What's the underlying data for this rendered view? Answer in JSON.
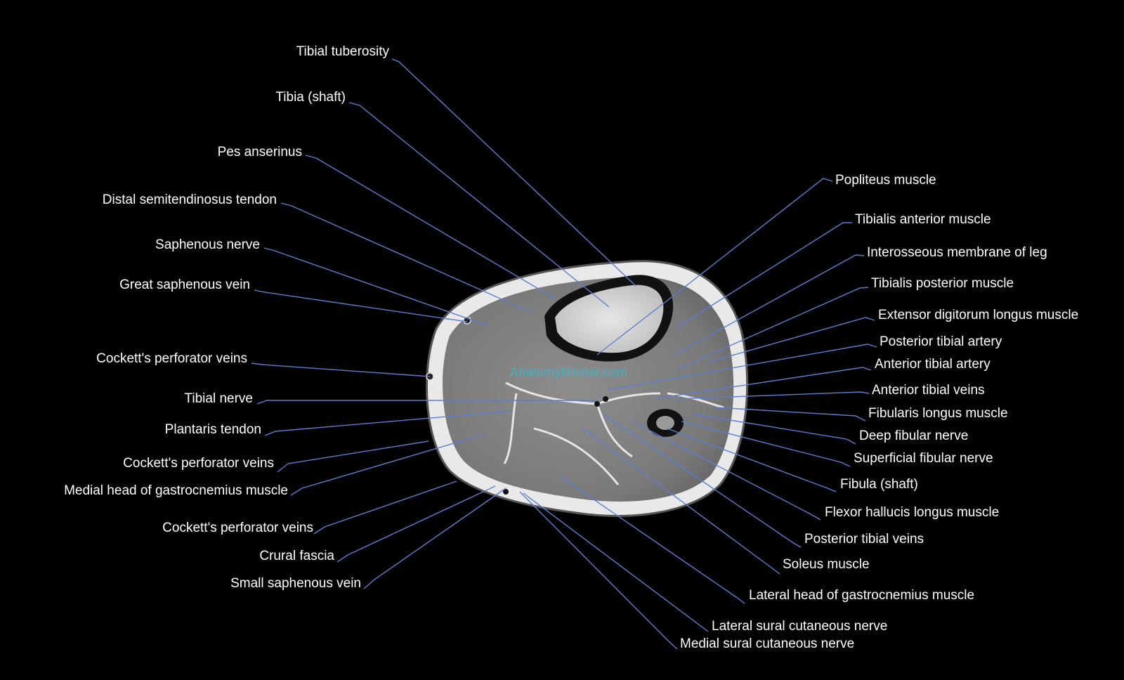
{
  "watermark": "AnatomyMaster.com",
  "colors": {
    "background": "#000000",
    "leader": "#5b7fd0",
    "label": "#ffffff",
    "watermark": "#3fb5c6"
  },
  "labels_left": [
    {
      "id": "tibial-tuberosity",
      "text": "Tibial tuberosity"
    },
    {
      "id": "tibia-shaft",
      "text": "Tibia (shaft)"
    },
    {
      "id": "pes-anserinus",
      "text": "Pes anserinus"
    },
    {
      "id": "distal-semitendinosus-tendon",
      "text": "Distal semitendinosus tendon"
    },
    {
      "id": "saphenous-nerve",
      "text": "Saphenous nerve"
    },
    {
      "id": "great-saphenous-vein",
      "text": "Great saphenous vein"
    },
    {
      "id": "cocketts-perforator-veins-1",
      "text": "Cockett's perforator veins"
    },
    {
      "id": "tibial-nerve",
      "text": "Tibial nerve"
    },
    {
      "id": "plantaris-tendon",
      "text": "Plantaris tendon"
    },
    {
      "id": "cocketts-perforator-veins-2",
      "text": "Cockett's perforator veins"
    },
    {
      "id": "medial-head-gastrocnemius",
      "text": "Medial head of gastrocnemius muscle"
    },
    {
      "id": "cocketts-perforator-veins-3",
      "text": "Cockett's perforator veins"
    },
    {
      "id": "crural-fascia",
      "text": "Crural fascia"
    },
    {
      "id": "small-saphenous-vein",
      "text": "Small saphenous vein"
    }
  ],
  "labels_right": [
    {
      "id": "popliteus-muscle",
      "text": "Popliteus muscle"
    },
    {
      "id": "tibialis-anterior-muscle",
      "text": "Tibialis anterior muscle"
    },
    {
      "id": "interosseous-membrane",
      "text": "Interosseous membrane of leg"
    },
    {
      "id": "tibialis-posterior-muscle",
      "text": "Tibialis posterior muscle"
    },
    {
      "id": "extensor-digitorum-longus",
      "text": "Extensor digitorum longus muscle"
    },
    {
      "id": "posterior-tibial-artery",
      "text": "Posterior tibial artery"
    },
    {
      "id": "anterior-tibial-artery",
      "text": "Anterior tibial artery"
    },
    {
      "id": "anterior-tibial-veins",
      "text": "Anterior tibial veins"
    },
    {
      "id": "fibularis-longus",
      "text": "Fibularis longus muscle"
    },
    {
      "id": "deep-fibular-nerve",
      "text": "Deep fibular nerve"
    },
    {
      "id": "superficial-fibular-nerve",
      "text": "Superficial fibular nerve"
    },
    {
      "id": "fibula-shaft",
      "text": "Fibula (shaft)"
    },
    {
      "id": "flexor-hallucis-longus",
      "text": "Flexor hallucis longus muscle"
    },
    {
      "id": "posterior-tibial-veins",
      "text": "Posterior tibial veins"
    },
    {
      "id": "soleus-muscle",
      "text": "Soleus muscle"
    },
    {
      "id": "lateral-head-gastrocnemius",
      "text": "Lateral head of gastrocnemius muscle"
    },
    {
      "id": "lateral-sural-cutaneous-nerve",
      "text": "Lateral sural cutaneous nerve"
    },
    {
      "id": "medial-sural-cutaneous-nerve",
      "text": "Medial sural cutaneous nerve"
    }
  ]
}
